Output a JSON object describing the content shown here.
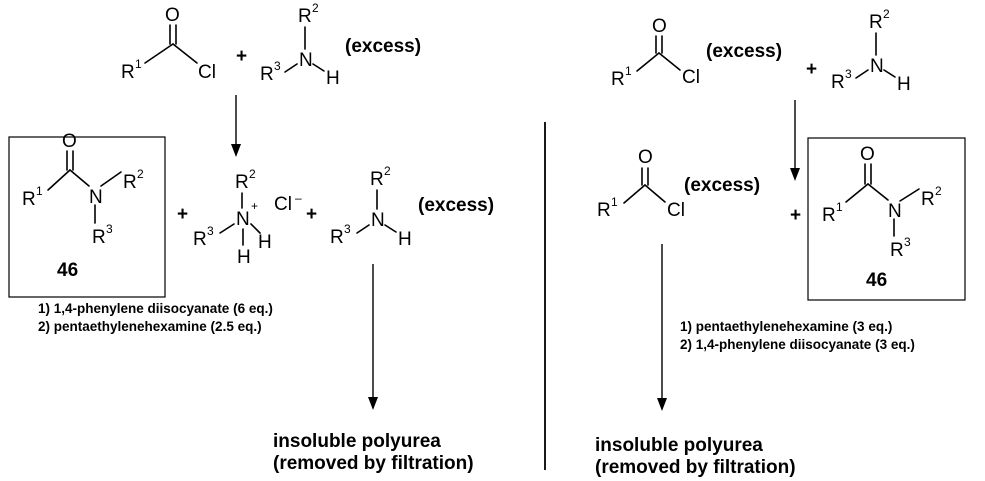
{
  "atoms": {
    "O": "O",
    "Cl": "Cl",
    "N": "N",
    "H": "H",
    "R": "R",
    "one": "1",
    "two": "2",
    "three": "3",
    "plus_charge": "+",
    "minus_charge": "–"
  },
  "plus": "+",
  "excess": "(excess)",
  "chloride": "Cl",
  "compound_number": "46",
  "left": {
    "conditions": [
      "1) 1,4-phenylene diisocyanate (6 eq.)",
      "2) pentaethylenehexamine (2.5 eq.)"
    ],
    "product_line1": "insoluble polyurea",
    "product_line2": "(removed by filtration)"
  },
  "right": {
    "conditions": [
      "1) pentaethylenehexamine (3 eq.)",
      "2) 1,4-phenylene diisocyanate (3 eq.)"
    ],
    "product_line1": "insoluble polyurea",
    "product_line2": "(removed by filtration)"
  }
}
